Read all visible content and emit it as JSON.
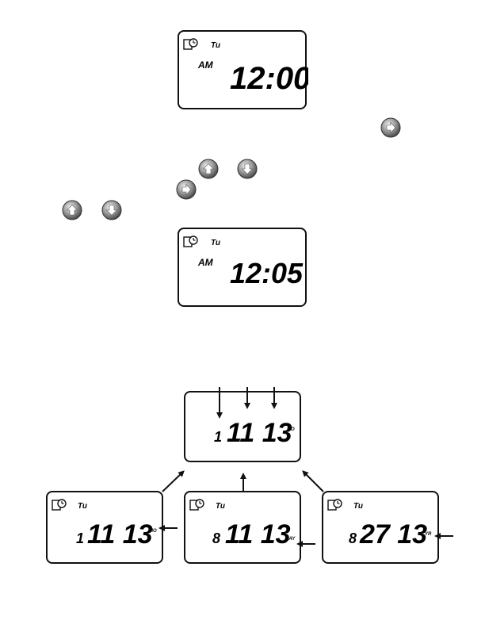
{
  "display_time_1": {
    "day": "Tu",
    "ampm": "AM",
    "time": "12:00"
  },
  "display_time_2": {
    "day": "Tu",
    "ampm": "AM",
    "time": "12:05"
  },
  "display_date_top": {
    "small": "1",
    "digits": "11 13",
    "unit": "MO"
  },
  "display_date_left": {
    "day": "Tu",
    "small": "1",
    "digits": "11 13",
    "unit": "MO"
  },
  "display_date_mid": {
    "day": "Tu",
    "small": "8",
    "digits": "11 13",
    "unit": "DAY"
  },
  "display_date_right": {
    "day": "Tu",
    "small": "8",
    "digits": "27 13",
    "unit": "YR"
  },
  "icons": {
    "program_clock": "clock-program-icon",
    "next": "right-arrow-button-icon",
    "up": "up-arrow-button-icon",
    "down": "down-arrow-button-icon"
  },
  "colors": {
    "button_fill": "#8a8a8a",
    "lcd_border": "#111111"
  }
}
